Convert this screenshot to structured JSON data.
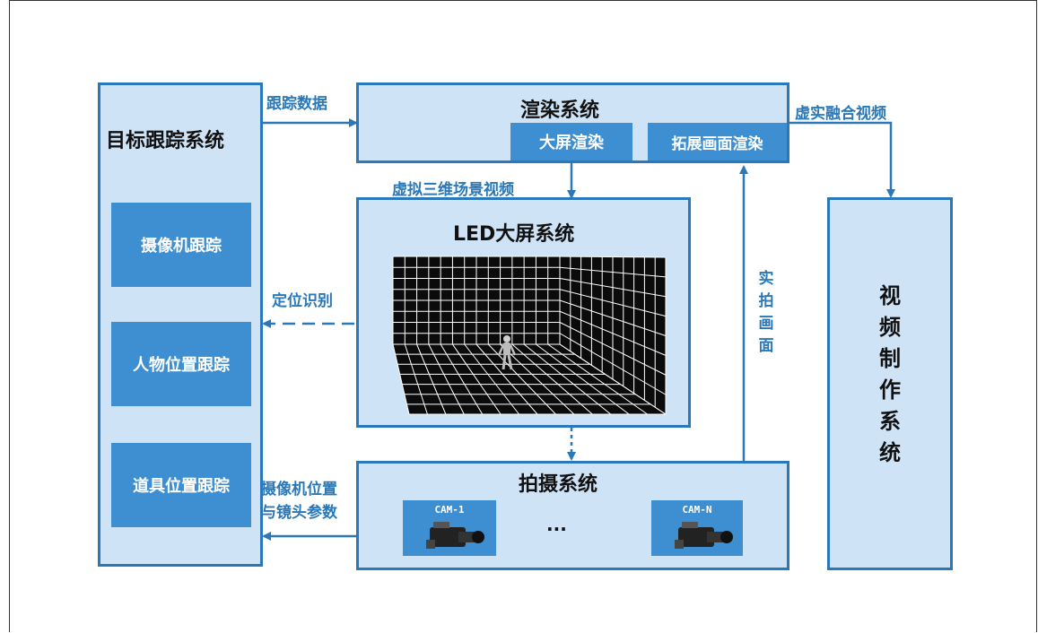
{
  "tracking": {
    "title": "目标跟踪系统",
    "items": [
      "摄像机跟踪",
      "人物位置跟踪",
      "道具位置跟踪"
    ]
  },
  "render": {
    "title": "渲染系统",
    "sub1": "大屏渲染",
    "sub2": "拓展画面渲染"
  },
  "led": {
    "title": "LED大屏系统"
  },
  "shooting": {
    "title": "拍摄系统",
    "cam1": "CAM-1",
    "camN": "CAM-N",
    "ellipsis": "···"
  },
  "video": {
    "title_chars": [
      "视",
      "频",
      "制",
      "作",
      "系",
      "统"
    ]
  },
  "edges": {
    "tracking_data": "跟踪数据",
    "virtual_3d": "虚拟三维场景视频",
    "mixed_video": "虚实融合视频",
    "locate": "定位识别",
    "cam_params_1": "摄像机位置",
    "cam_params_2": "与镜头参数",
    "real_chars": [
      "实",
      "拍",
      "画",
      "面"
    ]
  },
  "colors": {
    "accent": "#2a78b8",
    "fill": "#cfe3f7",
    "sub": "#3d8fd1"
  }
}
